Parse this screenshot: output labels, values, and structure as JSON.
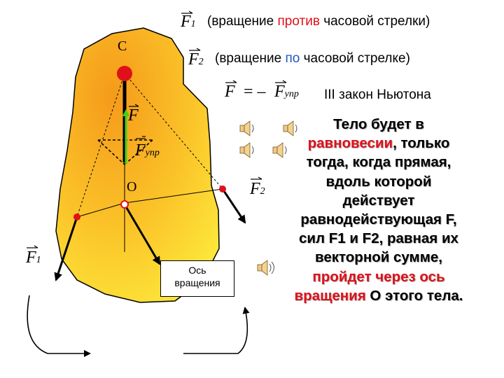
{
  "header": {
    "f1_symbol": "F",
    "f1_subscript": "1",
    "counterclockwise_open": "(вращение ",
    "counterclockwise_highlight": "против",
    "counterclockwise_close": " часовой стрелки)",
    "f2_symbol": "F",
    "f2_subscript": "2",
    "clockwise_open": "(вращение ",
    "clockwise_highlight": "по",
    "clockwise_close": " часовой стрелке)"
  },
  "formula": {
    "lhs": "F",
    "equals": "= –",
    "rhs": "F",
    "rhs_subscript": "упр",
    "law_label": "III закон Ньютона"
  },
  "diagram": {
    "point_c": "C",
    "point_o": "O",
    "force_f": "F",
    "force_elastic": "F",
    "force_elastic_subscript": "упр",
    "force_f1": "F",
    "force_f1_subscript": "1",
    "force_f2": "F",
    "force_f2_subscript": "2",
    "axis_label_line1": "Ось",
    "axis_label_line2": "вращения",
    "body_color": "#f7a019",
    "body_color_light": "#fde73a",
    "accent_red": "#e0101a",
    "accent_blue": "#1f56c4",
    "force_f_color": "#3fd11a"
  },
  "statement": {
    "p1": "Тело будет в",
    "p2_highlight": "равновесии",
    "p2_rest": ", только",
    "p3": "тогда, когда прямая,",
    "p4": "вдоль которой",
    "p5": "действует",
    "p6": "равнодействующая F,",
    "p7": "сил F1 и F2, равная их",
    "p8": "векторной сумме,",
    "p9_highlight": "пройдет через ось",
    "p10_highlight": "вращения",
    "p10_rest": " О этого тела."
  },
  "icons": [
    "speaker-icon",
    "speaker-icon",
    "speaker-icon",
    "speaker-icon",
    "speaker-icon"
  ]
}
